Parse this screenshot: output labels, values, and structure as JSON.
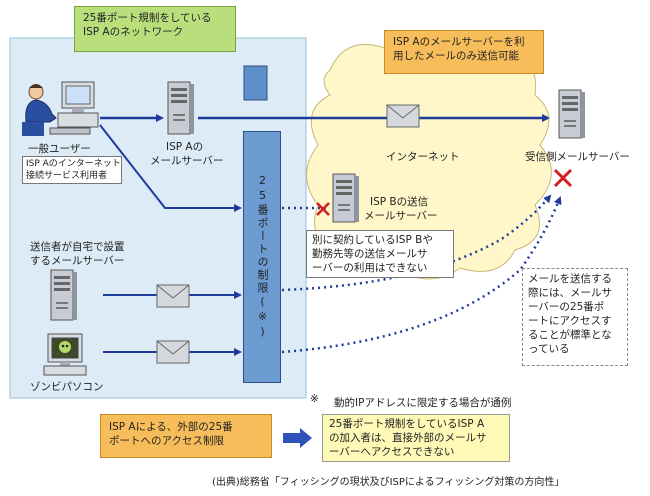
{
  "isp_network_note": {
    "line1": "25番ポート規制をしている",
    "line2": "ISP Aのネットワーク"
  },
  "isp_mail_note": {
    "line1": "ISP Aのメールサーバーを利",
    "line2": "用したメールのみ送信可能"
  },
  "general_user": {
    "label": "一般ユーザー",
    "sub1": "ISP Aのインターネット",
    "sub2": "接続サービス利用者"
  },
  "isp_a_server": {
    "line1": "ISP Aの",
    "line2": "メールサーバー"
  },
  "port25_block": {
    "label": "25番ポートの制限(※)"
  },
  "internet_label": "インターネット",
  "isp_b_server": {
    "line1": "ISP Bの送信",
    "line2": "メールサーバー"
  },
  "isp_b_note": {
    "line1": "別に契約しているISP Bや",
    "line2": "勤務先等の送信メールサ",
    "line3": "ーバーの利用はできない"
  },
  "receiver_server": "受信側メールサーバー",
  "home_server": {
    "line1": "送信者が自宅で設置",
    "line2": "するメールサーバー"
  },
  "zombie_pc": "ゾンビパソコン",
  "send_note": {
    "l1": "メールを送信する",
    "l2": "際には、メールサ",
    "l3": "ーバーの25番ポ",
    "l4": "ートにアクセスす",
    "l5": "ることが標準とな",
    "l6": "っている"
  },
  "footnote": {
    "mark": "※",
    "text": "動的IPアドレスに限定する場合が通例"
  },
  "restriction_note": {
    "line1": "ISP Aによる、外部の25番",
    "line2": "ポートへのアクセス制限"
  },
  "result_note": {
    "line1": "25番ポート規制をしているISP A",
    "line2": "の加入者は、直接外部のメールサ",
    "line3": "ーバーへアクセスできない"
  },
  "source": "(出典)総務省「フィッシングの現状及びISPによるフィッシング対策の方向性」",
  "colors": {
    "arrow": "#1f3c9c",
    "block": "#6b9bd1",
    "cross": "#d21e1e",
    "cloud": "#fff7c9"
  }
}
